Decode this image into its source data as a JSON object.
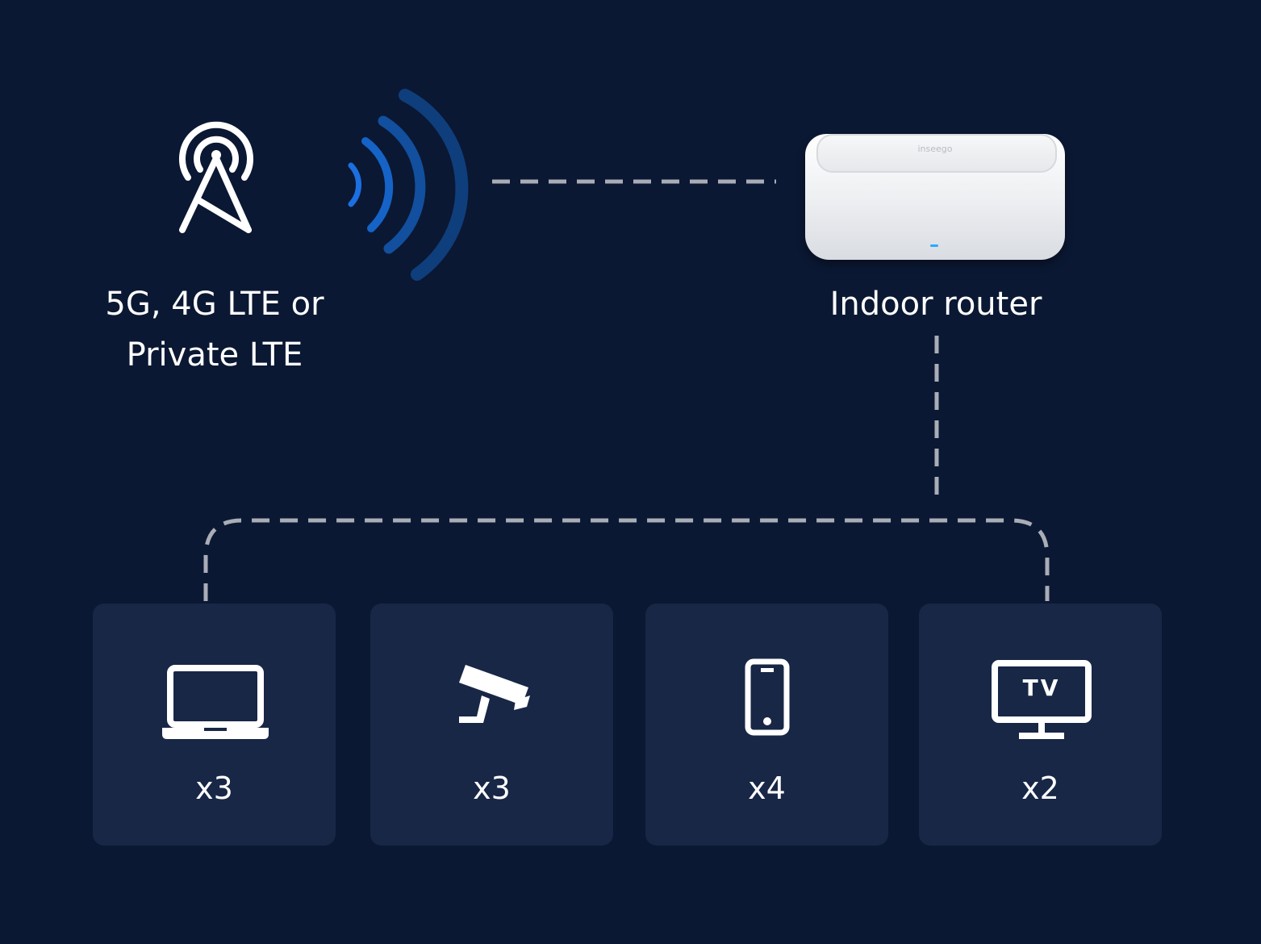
{
  "network": {
    "source_label_line1": "5G, 4G LTE or",
    "source_label_line2": "Private LTE",
    "router_label": "Indoor router",
    "router_brand": "inseego"
  },
  "devices": [
    {
      "icon": "laptop-icon",
      "count": "x3"
    },
    {
      "icon": "security-camera-icon",
      "count": "x3"
    },
    {
      "icon": "smartphone-icon",
      "count": "x4"
    },
    {
      "icon": "tv-icon",
      "count": "x2",
      "icon_text": "TV"
    }
  ],
  "colors": {
    "background": "#0b1833",
    "card": "#182746",
    "signal_blue": "#1d6fd8",
    "connector": "#a9adb6",
    "text": "#ffffff"
  }
}
